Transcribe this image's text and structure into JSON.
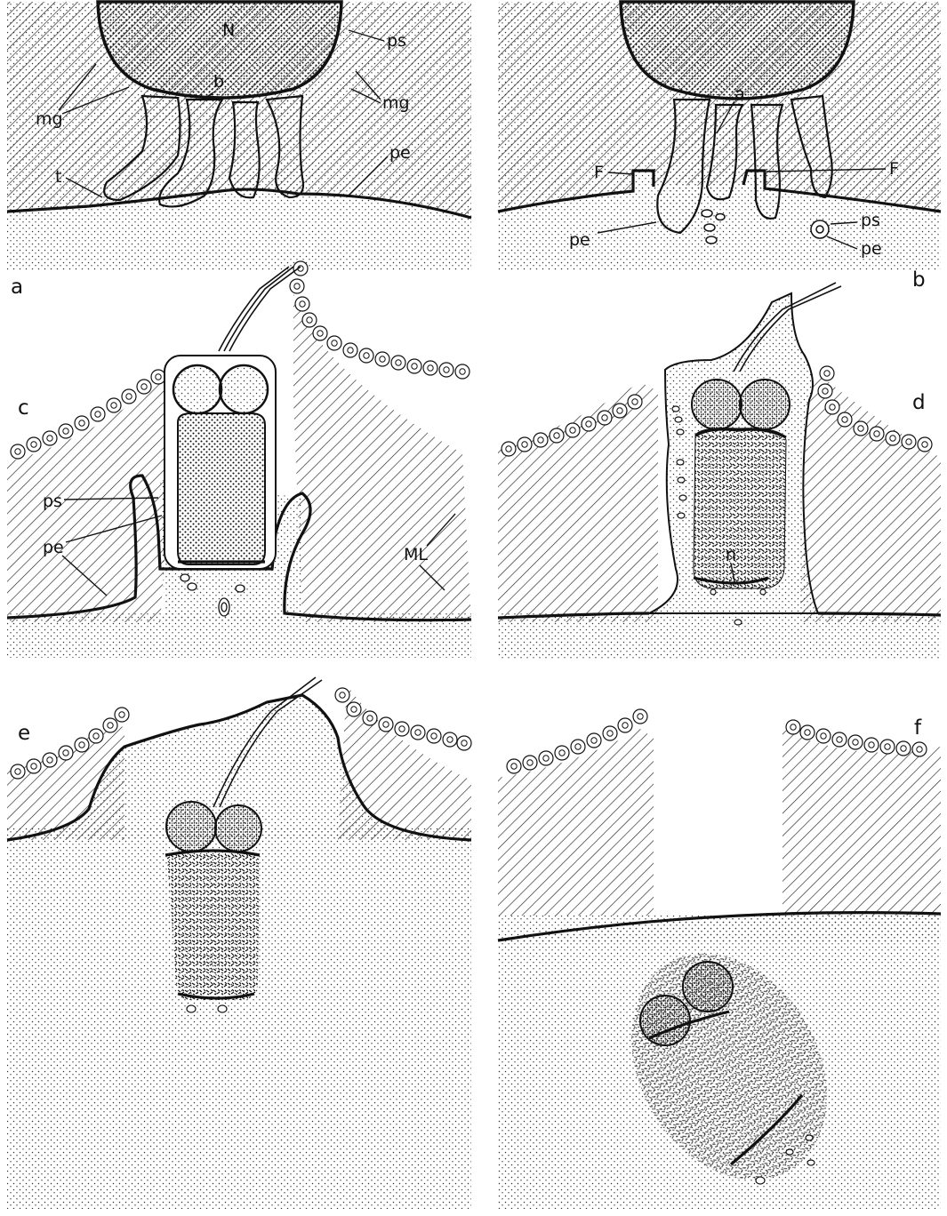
{
  "figure": {
    "panels": [
      {
        "id": "a",
        "letter": "a",
        "labels": {
          "N": "N",
          "ps": "ps",
          "b": "b",
          "mg_left": "mg",
          "mg_right": "mg",
          "t": "t",
          "pe": "pe"
        }
      },
      {
        "id": "b",
        "letter": "b",
        "labels": {
          "a": "a",
          "F_left": "F",
          "F_right": "F",
          "pe_left": "pe",
          "ps": "ps",
          "pe_right": "pe"
        }
      },
      {
        "id": "c",
        "letter": "c",
        "labels": {
          "ps": "ps",
          "pe": "pe",
          "ML": "ML"
        }
      },
      {
        "id": "d",
        "letter": "d",
        "labels": {
          "n": "n"
        }
      },
      {
        "id": "e",
        "letter": "e",
        "labels": {}
      },
      {
        "id": "f",
        "letter": "f",
        "labels": {}
      }
    ]
  }
}
